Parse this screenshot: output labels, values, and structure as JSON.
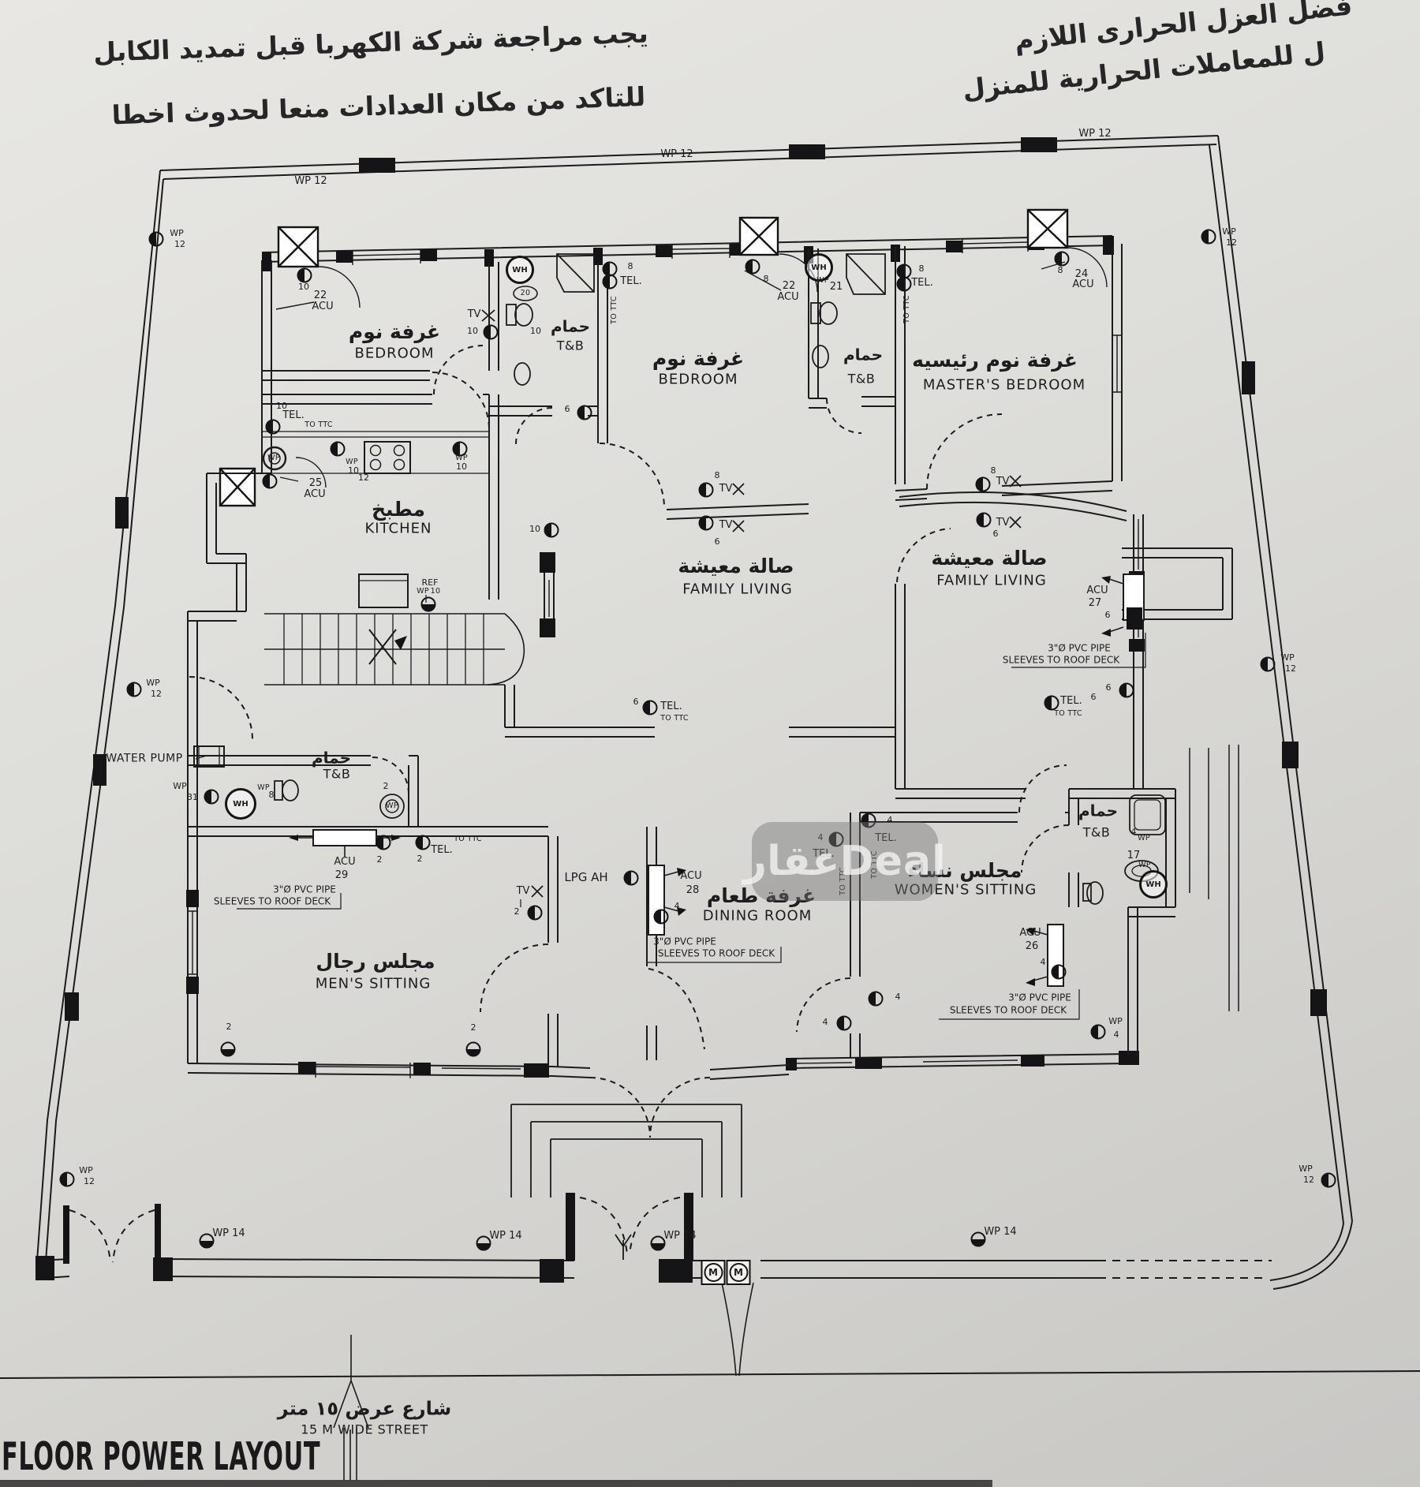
{
  "title": "FLOOR POWER LAYOUT",
  "notes": {
    "top_left_1": "يجب مراجعة شركة الكهربا قبل تمديد الكابل",
    "top_left_2": "للتاكد من مكان العدادات منعا لحدوث اخطا",
    "top_right_1": "فضل العزل الحرارى اللازم",
    "top_right_2": "ل للمعاملات الحرارية للمنزل"
  },
  "street": {
    "ar": "شارع عرض ١٥ متر",
    "en": "15 M WIDE STREET"
  },
  "watermark": "عقارDeal",
  "rooms": {
    "bedroom_left": {
      "ar": "غرفة نوم",
      "en": "BEDROOM"
    },
    "bedroom_mid": {
      "ar": "غرفة نوم",
      "en": "BEDROOM"
    },
    "master_bedroom": {
      "ar": "غرفة نوم رئيسيه",
      "en": "MASTER'S BEDROOM"
    },
    "kitchen": {
      "ar": "مطبخ",
      "en": "KITCHEN"
    },
    "family_living_left": {
      "ar": "صالة معيشة",
      "en": "FAMILY LIVING"
    },
    "family_living_right": {
      "ar": "صالة معيشة",
      "en": "FAMILY LIVING"
    },
    "dining_room": {
      "ar": "غرفة طعام",
      "en": "DINING ROOM"
    },
    "womens_sitting": {
      "ar": "مجلس نساء",
      "en": "WOMEN'S SITTING"
    },
    "mens_sitting": {
      "ar": "مجلس رجال",
      "en": "MEN'S SITTING"
    },
    "bath": {
      "ar": "حمام",
      "en": "T&B"
    }
  },
  "labels": {
    "wp": "WP",
    "wp12": "WP 12",
    "wp14": "WP 14",
    "n2": "2",
    "n4": "4",
    "n6": "6",
    "n8": "8",
    "n10": "10",
    "n12": "12",
    "n17": "17",
    "n20": "20",
    "n21": "21",
    "n22": "22",
    "n24": "24",
    "n25": "25",
    "n26": "26",
    "n27": "27",
    "n28": "28",
    "n29": "29",
    "n31": "31",
    "tel": "TEL.",
    "to_ttc": "TO TTC",
    "tv": "TV",
    "acu": "ACU",
    "wh": "WH",
    "ref": "REF",
    "m": "M",
    "water_pump": "WATER PUMP",
    "lpg": "LPG AH",
    "pvc_pipe": "3\"Ø PVC PIPE",
    "sleeves": "SLEEVES TO ROOF DECK"
  }
}
